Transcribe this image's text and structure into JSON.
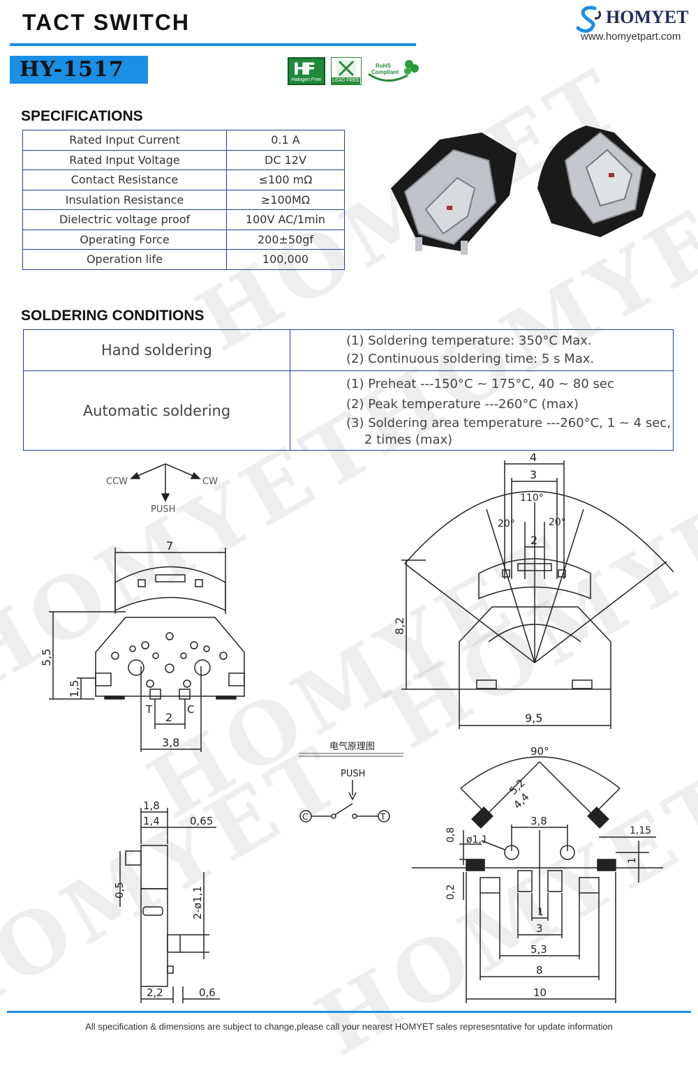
{
  "header": {
    "title": "TACT  SWITCH",
    "model": "HY-1517",
    "brand": "HOMYET",
    "brand_url": "www.homyetpart.com"
  },
  "badges": {
    "halogen_free": "Halogen Free",
    "lead_free": "LEAD FREE",
    "rohs_1": "RoHS",
    "rohs_2": "Compliant"
  },
  "watermark": "HOMYET",
  "specifications": {
    "heading": "SPECIFICATIONS",
    "rows": [
      {
        "label": "Rated Input Current",
        "value": "0.1 A"
      },
      {
        "label": "Rated Input Voltage",
        "value": "DC 12V"
      },
      {
        "label": "Contact Resistance",
        "value": "≤100 mΩ"
      },
      {
        "label": "Insulation Resistance",
        "value": "≥100MΩ"
      },
      {
        "label": "Dielectric voltage proof",
        "value": "100V AC/1min"
      },
      {
        "label": "Operating Force",
        "value": "200±50gf"
      },
      {
        "label": "Operation life",
        "value": "100,000"
      }
    ]
  },
  "soldering": {
    "heading": "SOLDERING  CONDITIONS",
    "hand": {
      "label": "Hand soldering",
      "lines": [
        "(1) Soldering temperature: 350°C Max.",
        "(2) Continuous soldering time: 5 s Max."
      ]
    },
    "auto": {
      "label": "Automatic soldering",
      "lines": [
        "(1) Preheat ---150°C ~ 175°C, 40 ~ 80 sec",
        "(2) Peak temperature ---260°C (max)",
        "(3) Soldering area temperature ---260°C, 1 ~ 4 sec,",
        "2 times (max)"
      ]
    }
  },
  "drawing": {
    "ccw": "CCW",
    "cw": "CW",
    "push": "PUSH",
    "front": {
      "w7": "7",
      "h55": "5,5",
      "h15": "1,5",
      "t": "T",
      "c": "C",
      "d2": "2",
      "d38": "3,8"
    },
    "top": {
      "d4": "4",
      "d3": "3",
      "a110": "110°",
      "a20l": "20°",
      "a20r": "20°",
      "d2": "2",
      "h82": "8,2",
      "w95": "9,5"
    },
    "side": {
      "d18": "1,8",
      "d14": "1,4",
      "d065": "0,65",
      "d05": "0,5",
      "d2phi": "2-ø1,1",
      "d22": "2,2",
      "d06": "0,6"
    },
    "schematic": {
      "title": "电气原理图",
      "push": "PUSH",
      "c": "C",
      "t": "T"
    },
    "footprint": {
      "a90": "90°",
      "d52": "5,2",
      "d44": "4,4",
      "d38": "3,8",
      "d08": "0,8",
      "phi11": "ø1,1",
      "d115": "1,15",
      "d1r": "1",
      "d02": "0,2",
      "d1": "1",
      "d3": "3",
      "d53": "5,3",
      "d8": "8",
      "d10": "10"
    }
  },
  "footer": "All specification & dimensions are subject to change,please call your nearest HOMYET sales represesntative for update information"
}
